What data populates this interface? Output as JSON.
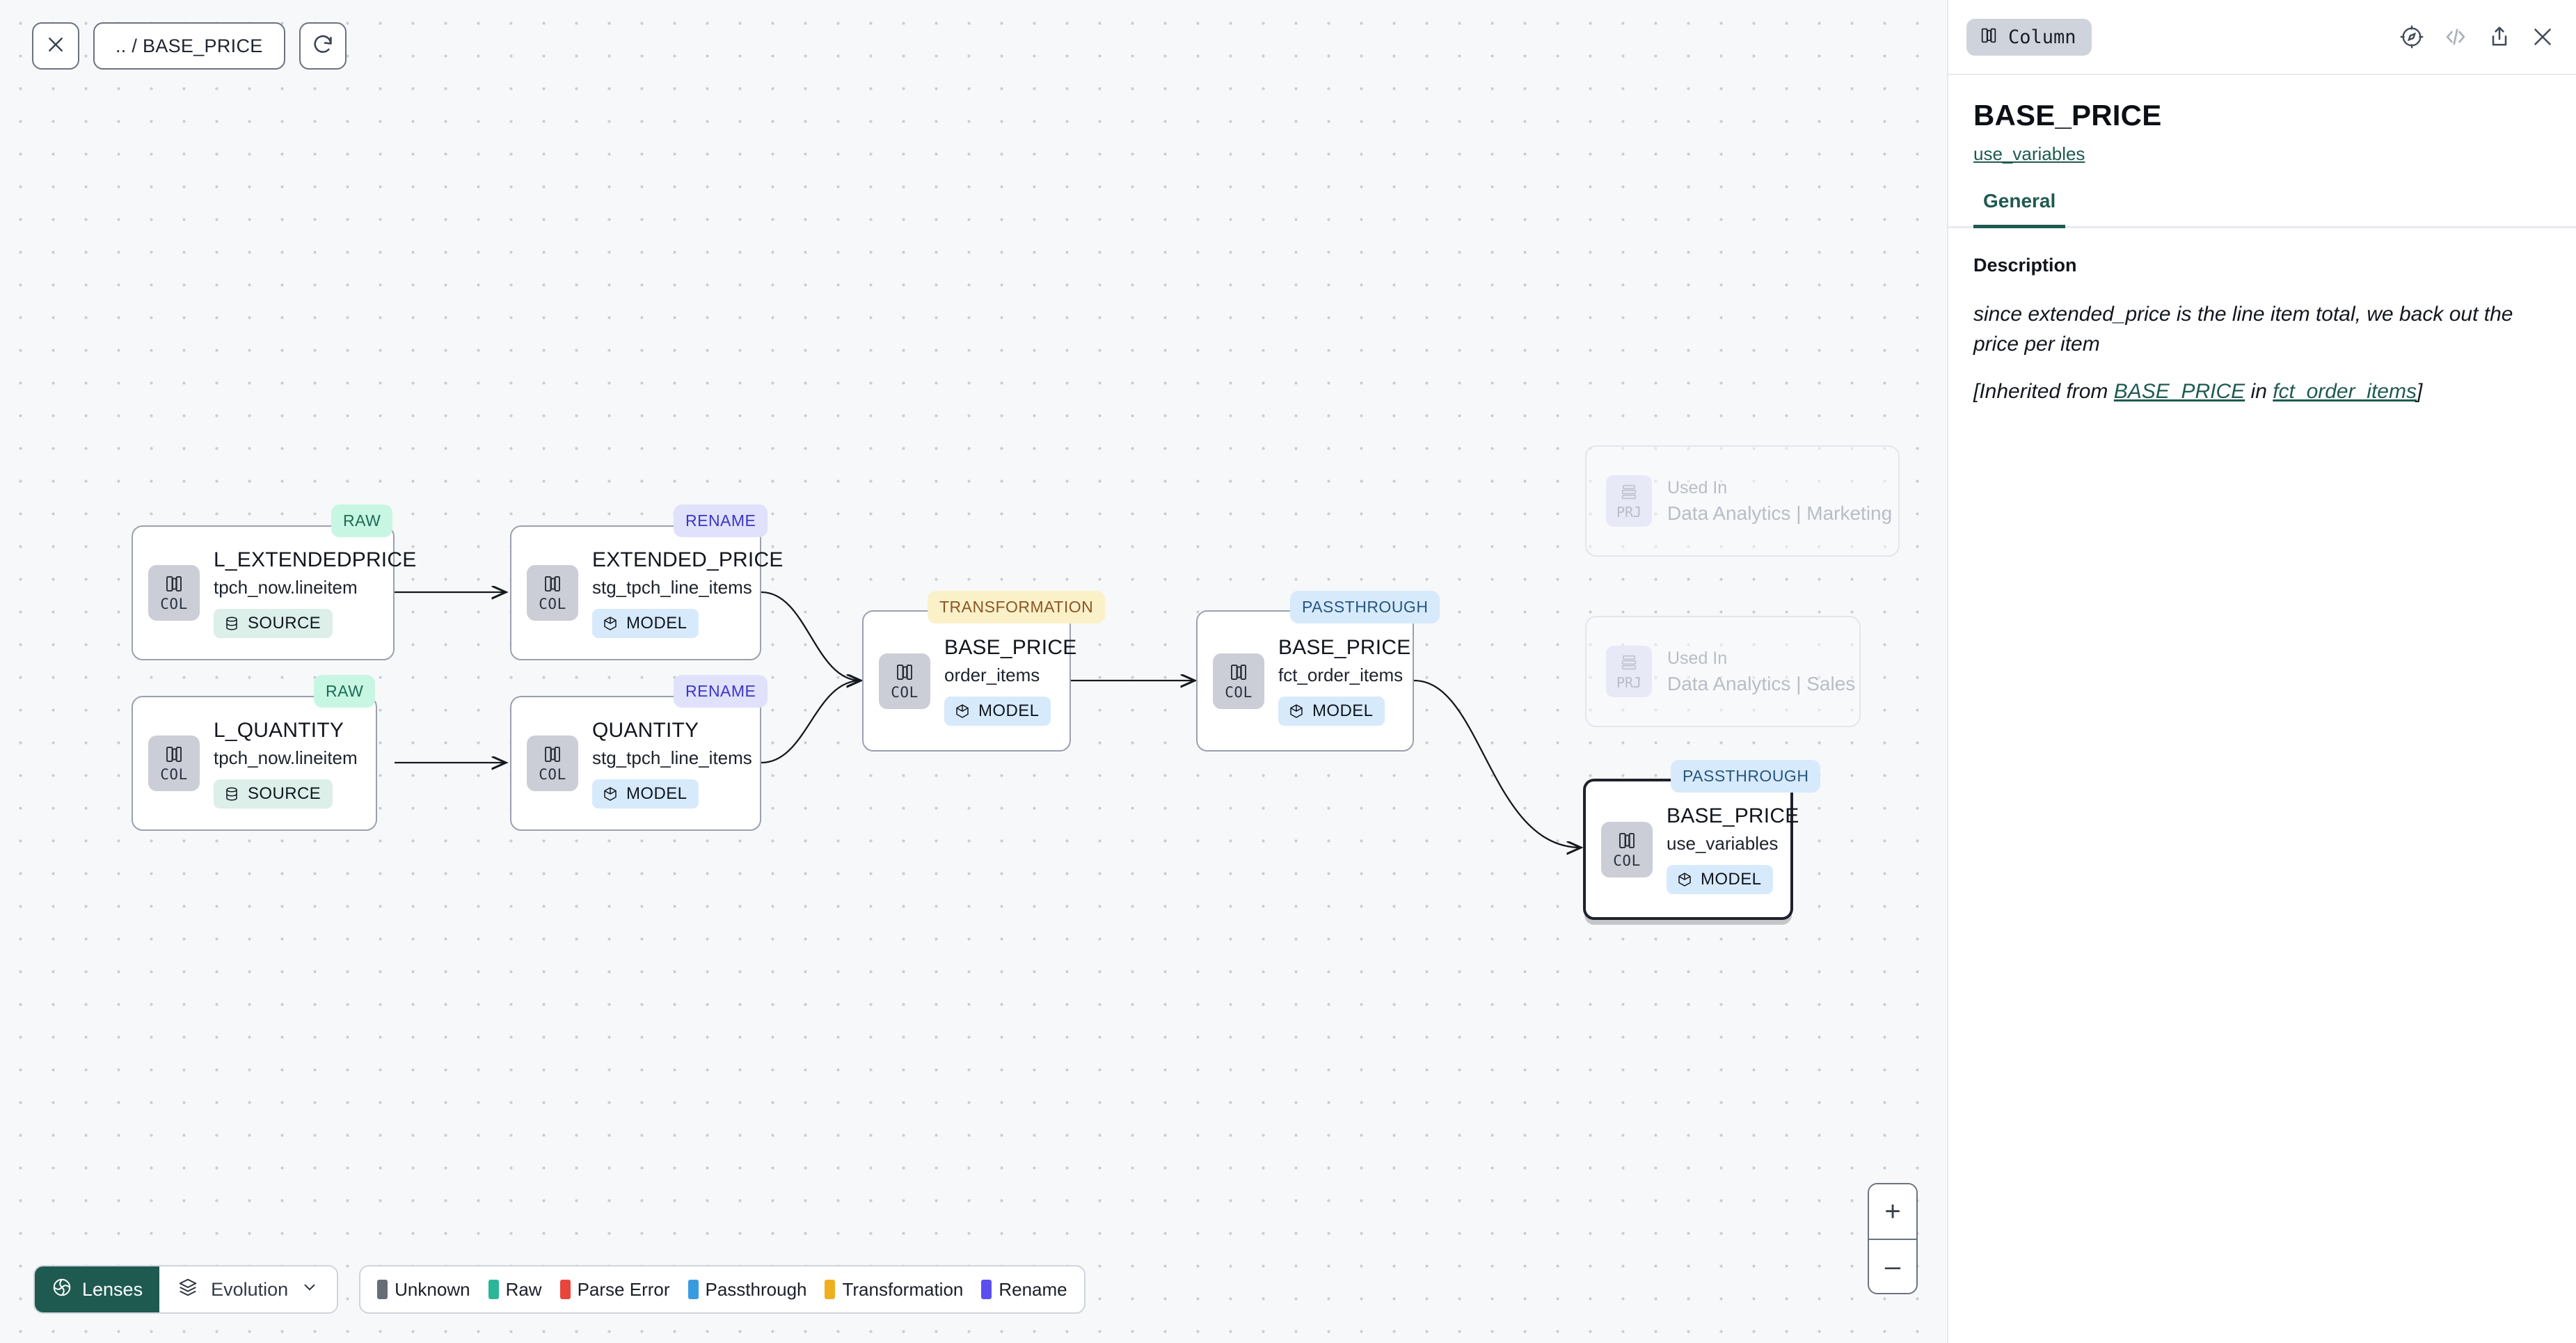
{
  "toolbar": {
    "close_icon": "close-icon",
    "breadcrumb": ".. / BASE_PRICE",
    "refresh_icon": "refresh-icon"
  },
  "graph": {
    "nodes": [
      {
        "id": "l_extendedprice",
        "title": "L_EXTENDEDPRICE",
        "subtitle": "tpch_now.lineitem",
        "kind": "COL",
        "materialization": "SOURCE",
        "type_badge": "RAW",
        "selected": false
      },
      {
        "id": "l_quantity",
        "title": "L_QUANTITY",
        "subtitle": "tpch_now.lineitem",
        "kind": "COL",
        "materialization": "SOURCE",
        "type_badge": "RAW",
        "selected": false
      },
      {
        "id": "extended_price",
        "title": "EXTENDED_PRICE",
        "subtitle": "stg_tpch_line_items",
        "kind": "COL",
        "materialization": "MODEL",
        "type_badge": "RENAME",
        "selected": false
      },
      {
        "id": "quantity",
        "title": "QUANTITY",
        "subtitle": "stg_tpch_line_items",
        "kind": "COL",
        "materialization": "MODEL",
        "type_badge": "RENAME",
        "selected": false
      },
      {
        "id": "base_price_order_items",
        "title": "BASE_PRICE",
        "subtitle": "order_items",
        "kind": "COL",
        "materialization": "MODEL",
        "type_badge": "TRANSFORMATION",
        "selected": false
      },
      {
        "id": "base_price_fct",
        "title": "BASE_PRICE",
        "subtitle": "fct_order_items",
        "kind": "COL",
        "materialization": "MODEL",
        "type_badge": "PASSTHROUGH",
        "selected": false
      },
      {
        "id": "base_price_use_variables",
        "title": "BASE_PRICE",
        "subtitle": "use_variables",
        "kind": "COL",
        "materialization": "MODEL",
        "type_badge": "PASSTHROUGH",
        "selected": true
      }
    ],
    "ghost_cards": [
      {
        "id": "used-in-marketing",
        "kind": "PRJ",
        "line1": "Used In",
        "line2": "Data Analytics | Marketing"
      },
      {
        "id": "used-in-sales",
        "kind": "PRJ",
        "line1": "Used In",
        "line2": "Data Analytics | Sales"
      }
    ]
  },
  "bottom": {
    "lenses_label": "Lenses",
    "lenses_icon": "aperture-icon",
    "evolution_label": "Evolution",
    "evolution_icon": "layers-icon",
    "chevron_icon": "chevron-down-icon",
    "legend": [
      {
        "label": "Unknown",
        "color": "#666d75"
      },
      {
        "label": "Raw",
        "color": "#2bb698"
      },
      {
        "label": "Parse Error",
        "color": "#e8453c"
      },
      {
        "label": "Passthrough",
        "color": "#3a9ae0"
      },
      {
        "label": "Transformation",
        "color": "#eeb020"
      },
      {
        "label": "Rename",
        "color": "#5b4ef0"
      }
    ]
  },
  "zoom_controls": {
    "zoom_in": "+",
    "zoom_out": "–"
  },
  "panel": {
    "object_type": "Column",
    "object_type_icon": "column-icon",
    "icons": {
      "explore": "compass-icon",
      "code": "code-icon",
      "share": "share-icon",
      "close": "close-icon"
    },
    "title": "BASE_PRICE",
    "parent_model": "use_variables",
    "tabs": [
      {
        "label": "General",
        "active": true
      }
    ],
    "description_label": "Description",
    "description_text": "since extended_price is the line item total, we back out the price per item",
    "inherited_prefix": "[Inherited from ",
    "inherited_column": "BASE_PRICE",
    "inherited_mid": " in ",
    "inherited_model": "fct_order_items",
    "inherited_suffix": "]"
  },
  "colors": {
    "accent": "#1f5a51",
    "canvas_bg": "#f7f8fa",
    "node_border": "#9aa1ad",
    "selected_border": "#1d222c"
  }
}
